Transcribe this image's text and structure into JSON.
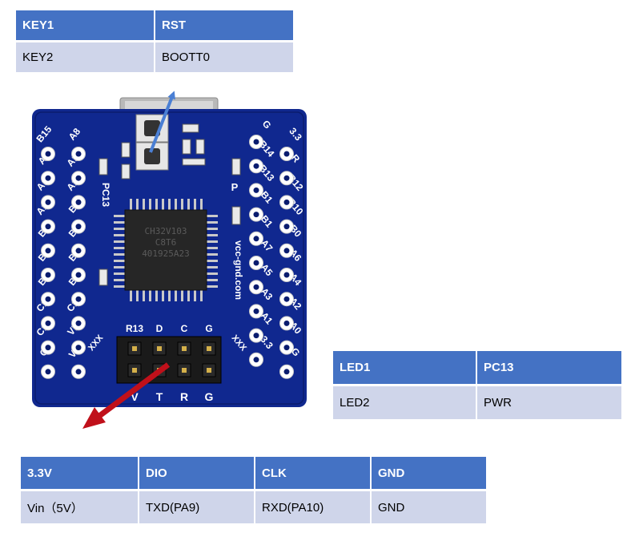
{
  "keys_table": {
    "header": [
      "KEY1",
      "RST"
    ],
    "row": [
      "KEY2",
      "BOOTT0"
    ]
  },
  "led_table": {
    "header": [
      "LED1",
      "PC13"
    ],
    "row": [
      "LED2",
      "PWR"
    ]
  },
  "pin_header_table": {
    "header": [
      "3.3V",
      "DIO",
      "CLK",
      "GND"
    ],
    "row": [
      "Vin（5V）",
      "TXD(PA9)",
      "RXD(PA10)",
      "GND"
    ]
  },
  "board": {
    "silkscreen_left_outer": [
      "B15",
      "A9",
      "A11",
      "A15",
      "B4",
      "B6",
      "B8",
      "C14",
      "C15",
      "G"
    ],
    "silkscreen_left_inner": [
      "A8",
      "A10",
      "A12",
      "B3",
      "B5",
      "B7",
      "B9",
      "C15",
      "VIN",
      "V8"
    ],
    "silkscreen_right_inner": [
      "G",
      "B14",
      "B13",
      "B1",
      "B1",
      "A7",
      "A5",
      "A3",
      "A1",
      "3.3"
    ],
    "silkscreen_right_outer": [
      "3.3",
      "R",
      "B12",
      "B10",
      "B0",
      "A6",
      "A4",
      "A2",
      "A0",
      "G"
    ],
    "chip_lines": [
      "CH32V103",
      "C8T6",
      "401925A23"
    ],
    "website": "vcc-gnd.com",
    "label_pc13": "PC13",
    "label_p": "P",
    "label_xxx_left": "XXX",
    "label_xxx_right": "XXX",
    "header_top_labels": [
      "R13",
      "D",
      "C",
      "G"
    ],
    "header_bottom_labels": [
      "V",
      "T",
      "R",
      "G"
    ],
    "colors": {
      "pcb": "#10288f",
      "pcb_edge": "#0a1c6e",
      "table_header": "#4472C4",
      "table_row": "#CFD5EA",
      "arrow_blue": "#4a7fd4",
      "arrow_red": "#c0101a"
    }
  }
}
